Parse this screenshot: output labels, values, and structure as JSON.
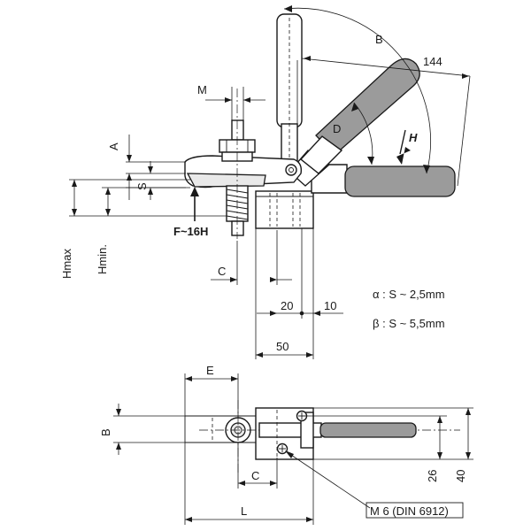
{
  "dimensions": {
    "M": "M",
    "A": "A",
    "S": "S",
    "B_arc": "B",
    "d144": "144",
    "H": "H",
    "D": "D",
    "F": "F~16H",
    "Hmax": "Hmax",
    "Hmin": "Hmin.",
    "C_top": "C",
    "d20": "20",
    "d10": "10",
    "d50": "50",
    "E": "E",
    "B_bottom": "B",
    "C_bottom": "C",
    "L": "L",
    "d26": "26",
    "d40": "40"
  },
  "notes": {
    "alpha": "α : S ~ 2,5mm",
    "beta": "β : S ~ 5,5mm"
  },
  "thread_label": "M 6 (DIN 6912)"
}
